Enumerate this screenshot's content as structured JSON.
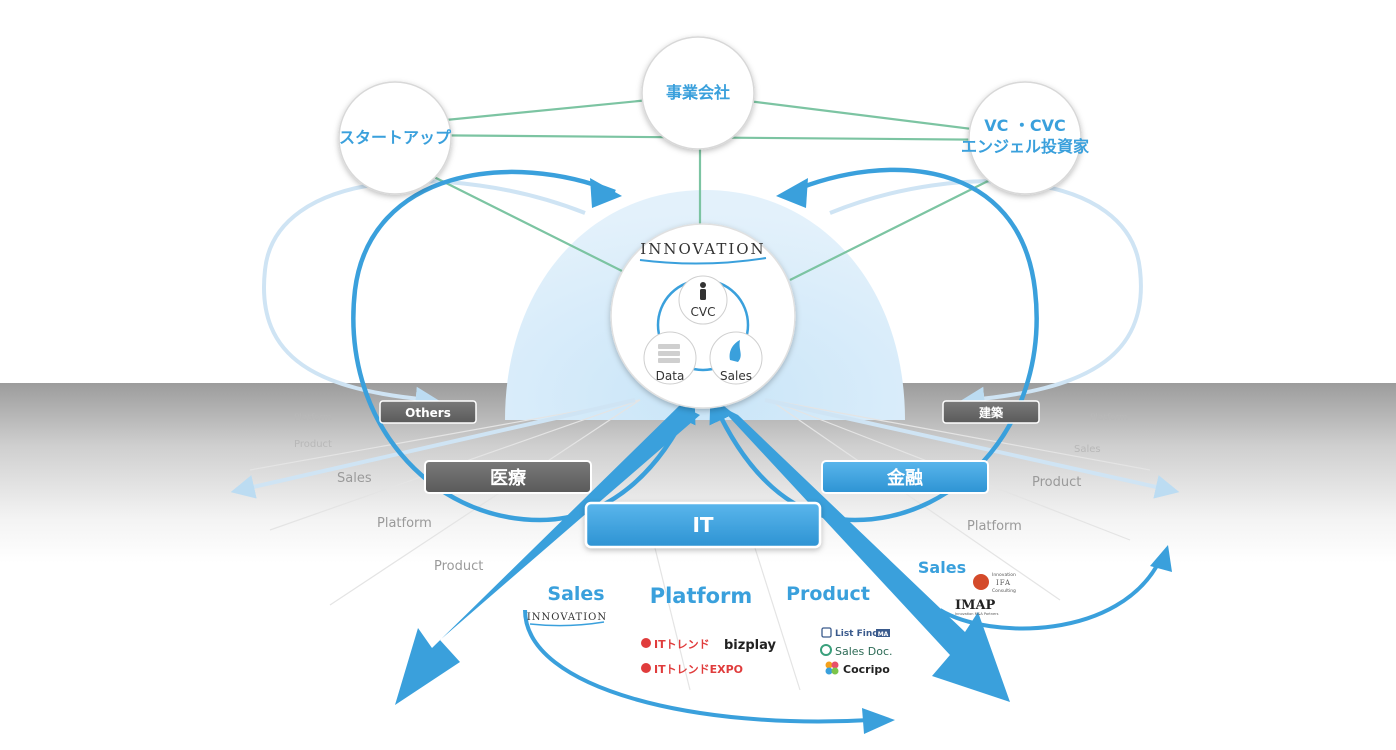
{
  "nodes": {
    "startup": "スタートアップ",
    "business_company": "事業会社",
    "vc_line1": "VC ・CVC",
    "vc_line2": "エンジェル投資家"
  },
  "center": {
    "brand": "INNOVATION",
    "cvc": "CVC",
    "data": "Data",
    "sales": "Sales"
  },
  "industries": {
    "others": "Others",
    "construction": "建築",
    "medical": "医療",
    "finance": "金融",
    "it": "IT"
  },
  "side_labels": {
    "left_product_faint": "Product",
    "left_platform_faint": "Platform",
    "left_sales": "Sales",
    "left_platform": "Platform",
    "left_product": "Product",
    "right_platform_faint": "Platform",
    "right_sales_faint": "Sales",
    "right_product": "Product",
    "right_platform": "Platform"
  },
  "columns": {
    "sales": "Sales",
    "platform": "Platform",
    "product": "Product",
    "right_sales": "Sales"
  },
  "logos": {
    "innovation": "INNOVATION",
    "ittrend": "ITトレンド",
    "bizplay": "bizplay",
    "ittrend_expo": "ITトレンドEXPO",
    "list_finder": "List Finder",
    "list_finder_badge": "MA",
    "sales_doc": "Sales Doc.",
    "cocripo": "Cocripo",
    "ifa_line1": "Innovation",
    "ifa_line2": "IFA",
    "ifa_line3": "Consulting",
    "imap": "IMAP",
    "imap_sub": "Innovation M&A Partners"
  },
  "colors": {
    "accent_blue": "#3aa0dc",
    "green_line": "#7cc4a2",
    "dark_bar": "#6b6b6b",
    "light_blue": "#d5ebf9"
  }
}
